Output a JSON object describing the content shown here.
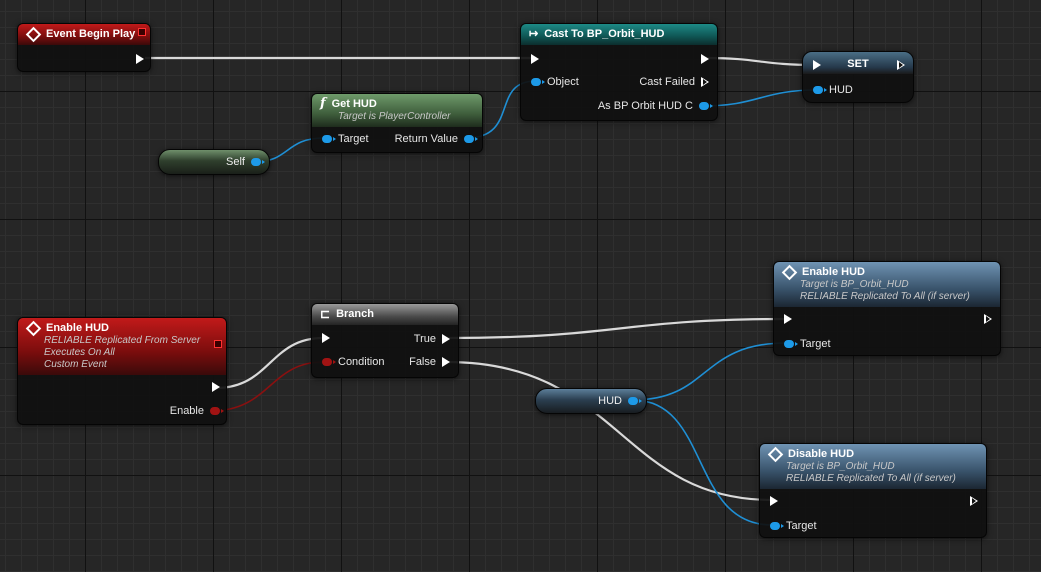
{
  "nodes": {
    "event_begin_play": {
      "title": "Event Begin Play"
    },
    "cast_to": {
      "title": "Cast To BP_Orbit_HUD",
      "pin_object": "Object",
      "pin_cast_failed": "Cast Failed",
      "pin_as": "As BP Orbit HUD C"
    },
    "set_node": {
      "title": "SET",
      "pin_hud": "HUD"
    },
    "get_hud": {
      "title": "Get HUD",
      "subtitle": "Target is PlayerController",
      "pin_target": "Target",
      "pin_return": "Return Value"
    },
    "self_var": {
      "label": "Self"
    },
    "enable_event": {
      "title": "Enable HUD",
      "sub1": "RELIABLE Replicated From Server",
      "sub2": "Executes On All",
      "sub3": "Custom Event",
      "pin_enable": "Enable"
    },
    "branch": {
      "title": "Branch",
      "pin_condition": "Condition",
      "pin_true": "True",
      "pin_false": "False"
    },
    "hud_var": {
      "label": "HUD"
    },
    "enable_call": {
      "title": "Enable HUD",
      "sub1": "Target is BP_Orbit_HUD",
      "sub2": "RELIABLE Replicated To All (if server)",
      "pin_target": "Target"
    },
    "disable_call": {
      "title": "Disable HUD",
      "sub1": "Target is BP_Orbit_HUD",
      "sub2": "RELIABLE Replicated To All (if server)",
      "pin_target": "Target"
    }
  },
  "colors": {
    "exec_wire": "#d9d9d9",
    "object_wire": "#1f8fd4",
    "bool_wire": "#8a1010"
  }
}
